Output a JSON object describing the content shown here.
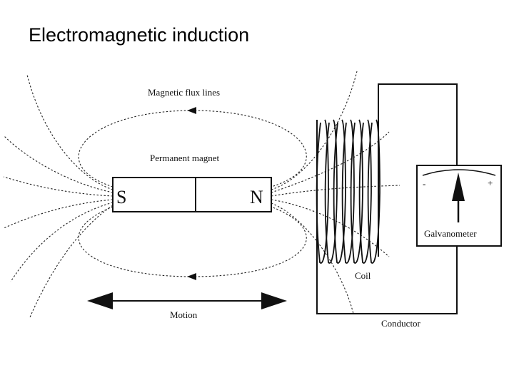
{
  "slide": {
    "title": "Electromagnetic induction"
  },
  "diagram": {
    "flux_label": "Magnetic flux lines",
    "magnet_label": "Permanent magnet",
    "pole_south": "S",
    "pole_north": "N",
    "coil_label": "Coil",
    "galvanometer_label": "Galvanometer",
    "galvanometer_minus": "-",
    "galvanometer_plus": "+",
    "motion_label": "Motion",
    "conductor_label": "Conductor"
  }
}
